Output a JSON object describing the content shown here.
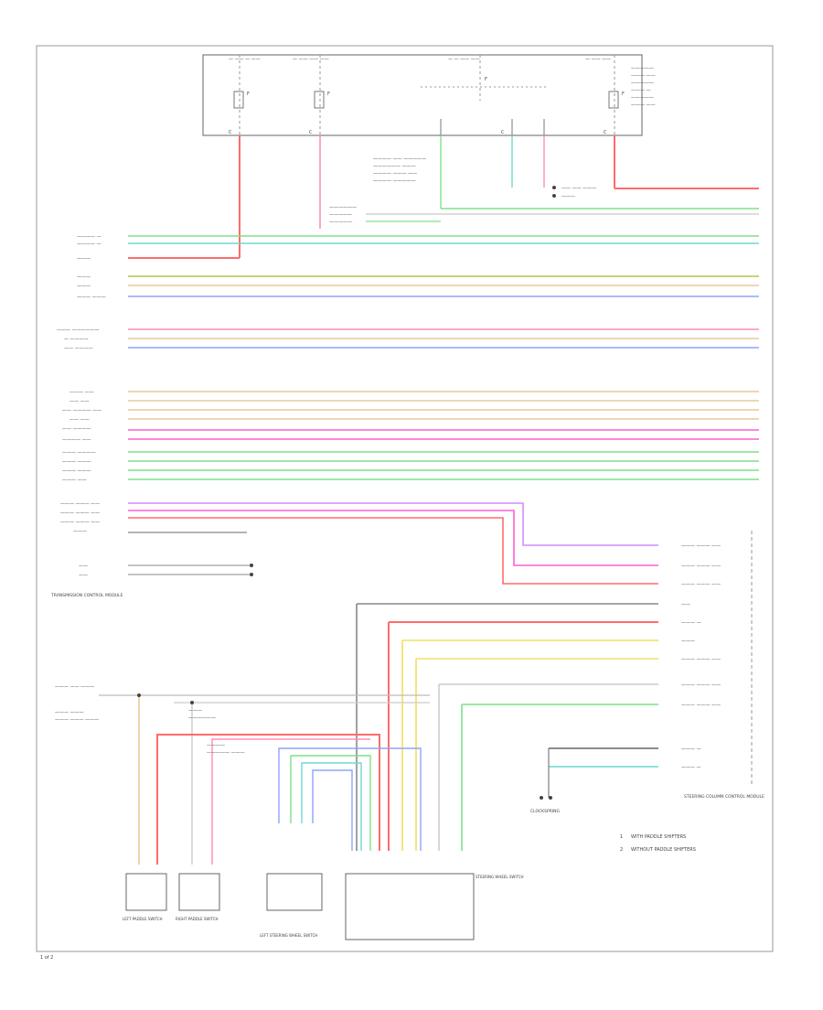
{
  "diagram": {
    "page_number": "1 of 2",
    "components": {
      "power_distribution_center": {
        "fuse_labels": [
          "F",
          "F",
          "F",
          "F"
        ],
        "connector_labels": [
          "C",
          "C",
          "C",
          "C"
        ],
        "note": "TOTALLY INTEGRATED POWER MODULE"
      },
      "transmission_control": "TRANSMISSION CONTROL MODULE",
      "steering_column_control": "STEERING COLUMN CONTROL MODULE",
      "clockspring": "CLOCKSPRING",
      "left_paddle_switch": "LEFT PADDLE SWITCH",
      "right_paddle_switch": "RIGHT PADDLE SWITCH",
      "left_steering_wheel_switch": "LEFT STEERING WHEEL SWITCH",
      "steering_wheel_switch": "STEERING WHEEL SWITCH"
    },
    "legend": [
      {
        "marker": "1",
        "text": "WITH PADDLE SHIFTERS"
      },
      {
        "marker": "2",
        "text": "WITHOUT PADDLE SHIFTERS"
      }
    ],
    "wire_colors": {
      "red": "#ff6b6b",
      "pink": "#ff8fb1",
      "green": "#7fe08a",
      "cyan": "#6fd8d0",
      "olive": "#b8c24a",
      "tan": "#e8c99a",
      "blue": "#8fa3ff",
      "magenta": "#ff5fd2",
      "violet": "#d38cff",
      "orange": "#ffb36b",
      "yellow": "#f0e060",
      "gray": "#888888",
      "black": "#444444"
    }
  }
}
